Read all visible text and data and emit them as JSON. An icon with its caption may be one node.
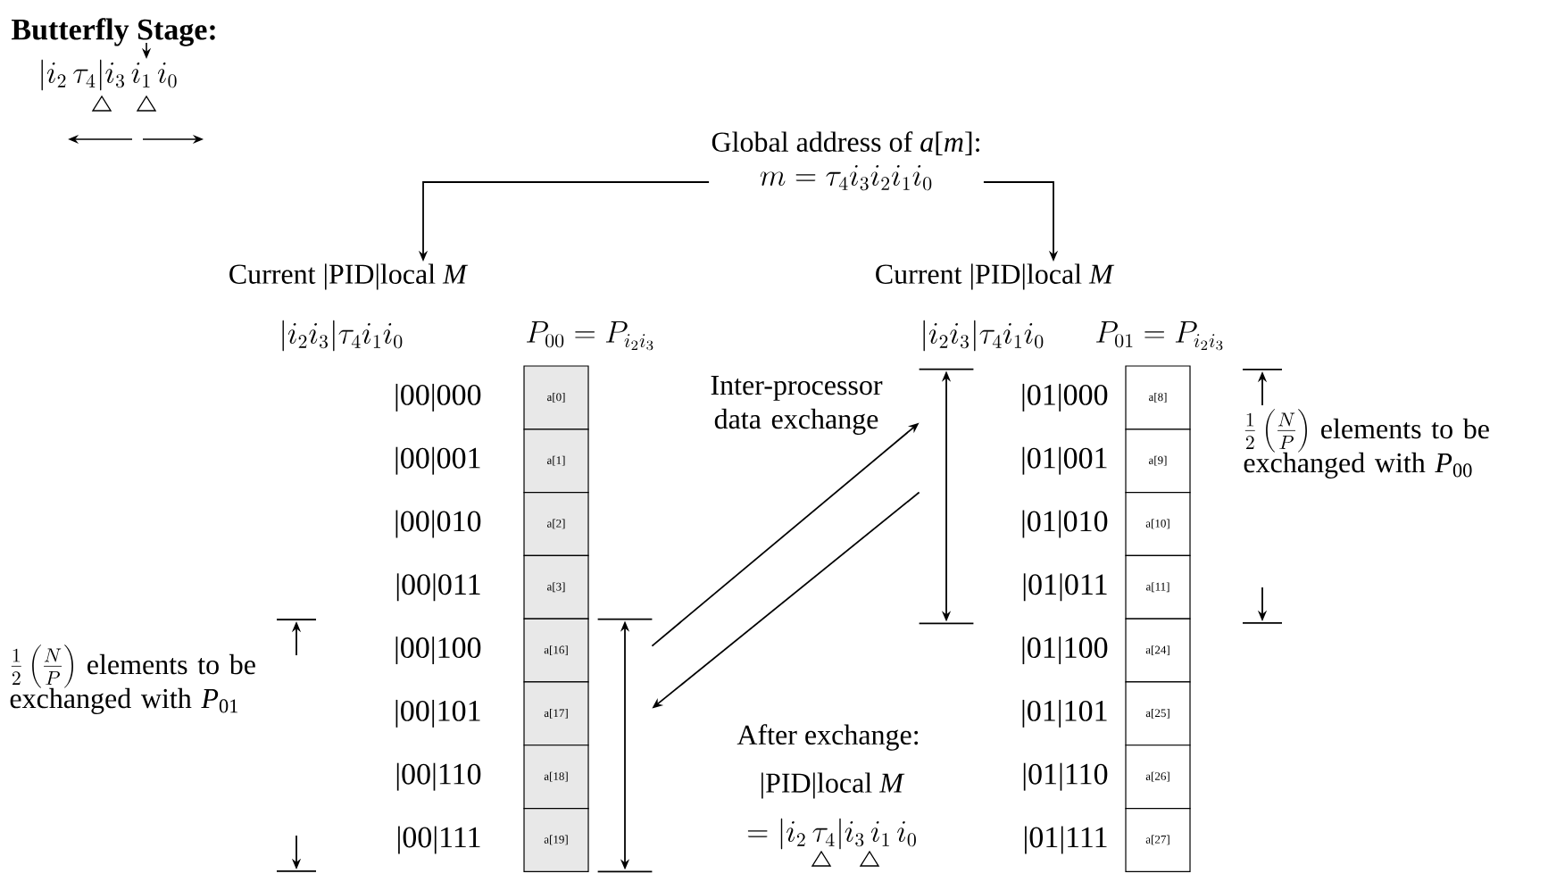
{
  "diagram": {
    "nodes": [
      {
        "text": [
          "Global address of *a*[*m*]:",
          "m = \\tau_4 i_3 i_2 i_1 i_0"
        ]
      },
      {
        "text": [
          "Current |PID|local *M*"
        ]
      },
      {
        "text": [
          "Current |PID|local *M*"
        ]
      },
      {
        "text": [
          "a[0]"
        ]
      },
      {
        "text": [
          "a[1]"
        ]
      },
      {
        "text": [
          "a[2]"
        ]
      },
      {
        "text": [
          "a[3]"
        ]
      },
      {
        "text": [
          "a[16]"
        ]
      },
      {
        "text": [
          "a[17]"
        ]
      },
      {
        "text": [
          "a[18]"
        ]
      },
      {
        "text": [
          "a[19]"
        ]
      },
      {
        "text": [
          "a[8]"
        ]
      },
      {
        "text": [
          "a[9]"
        ]
      },
      {
        "text": [
          "a[10]"
        ]
      },
      {
        "text": [
          "a[11]"
        ]
      },
      {
        "text": [
          "a[24]"
        ]
      },
      {
        "text": [
          "a[25]"
        ]
      },
      {
        "text": [
          "a[26]"
        ]
      },
      {
        "text": [
          "a[27]"
        ]
      },
      {
        "text": [],
        "shape": "bar"
      },
      {
        "text": [],
        "shape": "bar"
      }
    ],
    "edges": [
      {
        "from": 0,
        "to": 1,
        "arrow": "to"
      },
      {
        "from": 0,
        "to": 2,
        "arrow": "to"
      },
      {
        "from": 19,
        "to": 20,
        "arrow": "to"
      },
      {
        "from": 20,
        "to": 19,
        "arrow": "to"
      }
    ],
    "labels": [
      "Butterfly Stage:",
      "|i_2\\,\\tau_4|i_3\\,i_1\\,i_0",
      "|i_2 i_3|\\tau_4 i_1 i_0",
      "P_{00} = P_{i_2 i_3}",
      "|i_2 i_3|\\tau_4 i_1 i_0",
      "P_{01} = P_{i_2 i_3}",
      "|00|000",
      "|00|001",
      "|00|010",
      "|00|011",
      "|00|100",
      "|00|101",
      "|00|110",
      "|00|111",
      "Inter-processor data exchange",
      "|01|000",
      "|01|001",
      "|01|010",
      "|01|011",
      "|01|100",
      "|01|101",
      "|01|110",
      "|01|111",
      "\\frac{1}{2}\\left(\\frac{N}{P}\\right)",
      "elements to be exchanged with *P*$_{00}$",
      "\\frac{1}{2}\\left(\\frac{N}{P}\\right)",
      "elements to be exchanged with *P*$_{01}$",
      "After exchange:",
      "|PID|local *M*",
      "= |i_2\\,\\tau_4|i_3\\,i_1\\,i_0"
    ]
  }
}
